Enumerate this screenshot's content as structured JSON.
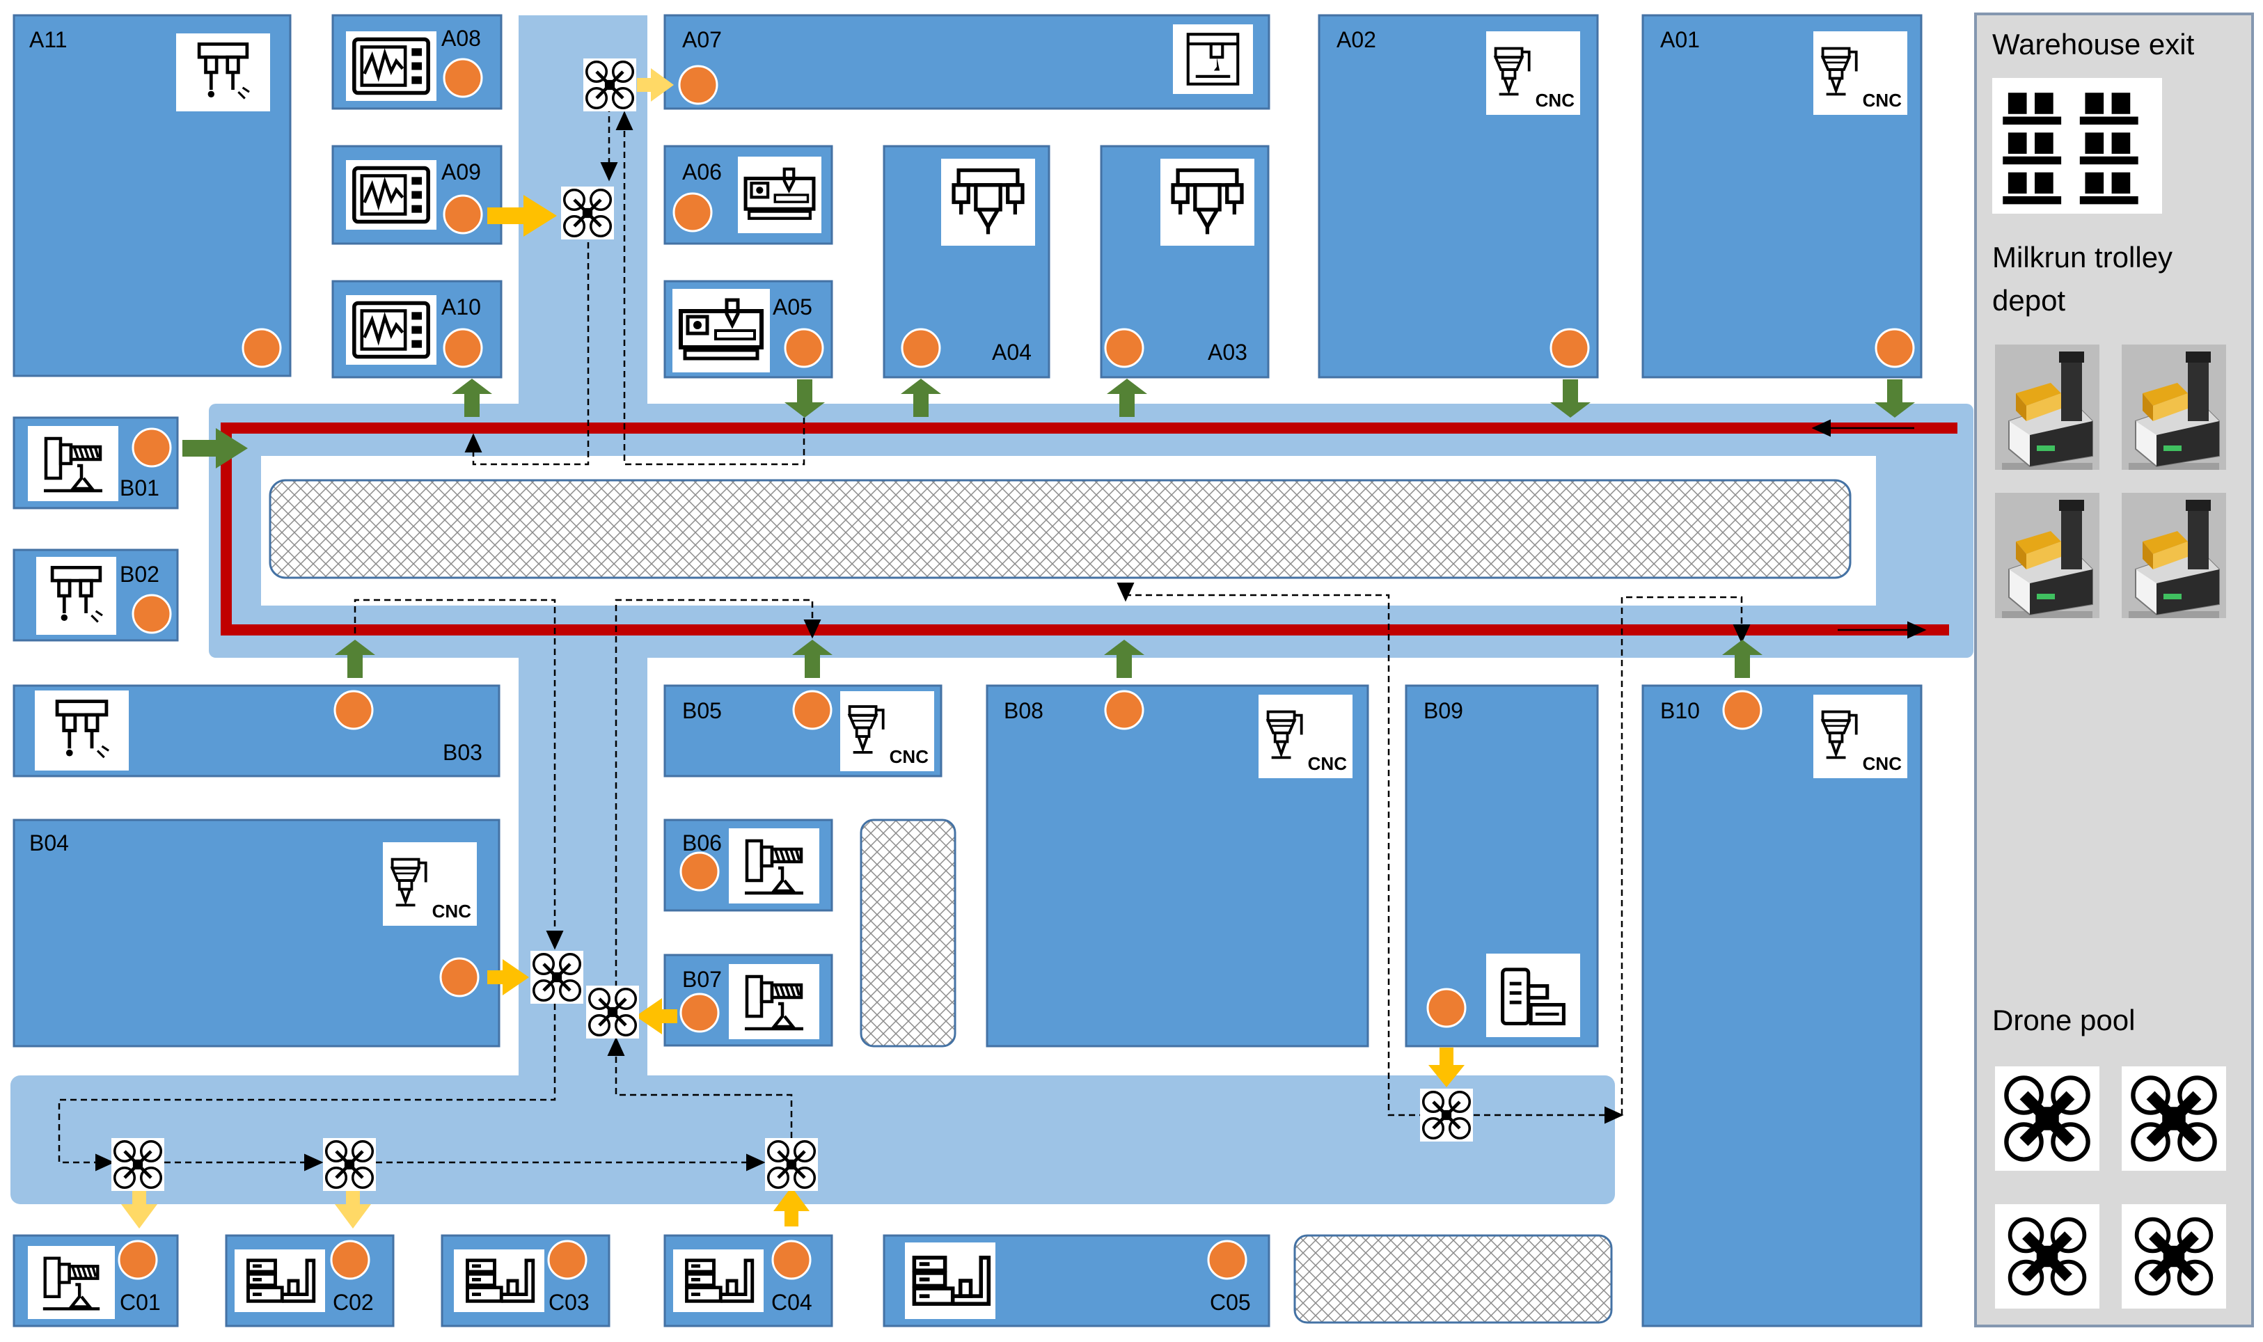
{
  "colors": {
    "station": "#5b9bd5",
    "station_stroke": "#4472a4",
    "aisle": "#9dc3e6",
    "main_route": "#c00000",
    "orange_marker": "#ed7d31",
    "green_arrow": "#548235",
    "yellow_arrow": "#ffc000",
    "side_panel": "#d9d9d9",
    "side_panel_stroke": "#8497b0"
  },
  "stations": [
    {
      "id": "A11",
      "label": "A11",
      "icon": "drill-press-icon"
    },
    {
      "id": "A08",
      "label": "A08",
      "icon": "control-panel-icon"
    },
    {
      "id": "A09",
      "label": "A09",
      "icon": "control-panel-icon"
    },
    {
      "id": "A10",
      "label": "A10",
      "icon": "control-panel-icon"
    },
    {
      "id": "A07",
      "label": "A07",
      "icon": "gantry-printer-icon"
    },
    {
      "id": "A06",
      "label": "A06",
      "icon": "cnc-machine-icon"
    },
    {
      "id": "A05",
      "label": "A05",
      "icon": "cnc-machine-icon"
    },
    {
      "id": "A04",
      "label": "A04",
      "icon": "multi-spindle-icon"
    },
    {
      "id": "A03",
      "label": "A03",
      "icon": "multi-spindle-icon"
    },
    {
      "id": "A02",
      "label": "A02",
      "icon": "cnc-spindle-icon"
    },
    {
      "id": "A01",
      "label": "A01",
      "icon": "cnc-spindle-icon"
    },
    {
      "id": "B01",
      "label": "B01",
      "icon": "lathe-icon"
    },
    {
      "id": "B02",
      "label": "B02",
      "icon": "drill-press-icon"
    },
    {
      "id": "B03",
      "label": "B03",
      "icon": "drill-press-icon"
    },
    {
      "id": "B04",
      "label": "B04",
      "icon": "cnc-spindle-icon"
    },
    {
      "id": "B05",
      "label": "B05",
      "icon": "cnc-spindle-icon"
    },
    {
      "id": "B06",
      "label": "B06",
      "icon": "lathe-icon"
    },
    {
      "id": "B07",
      "label": "B07",
      "icon": "lathe-icon"
    },
    {
      "id": "B08",
      "label": "B08",
      "icon": "cnc-spindle-icon"
    },
    {
      "id": "B09",
      "label": "B09",
      "icon": "tool-station-icon"
    },
    {
      "id": "B10",
      "label": "B10",
      "icon": "cnc-spindle-icon"
    },
    {
      "id": "C01",
      "label": "C01",
      "icon": "lathe-icon"
    },
    {
      "id": "C02",
      "label": "C02",
      "icon": "server-rack-icon"
    },
    {
      "id": "C03",
      "label": "C03",
      "icon": "server-rack-icon"
    },
    {
      "id": "C04",
      "label": "C04",
      "icon": "server-rack-icon"
    },
    {
      "id": "C05",
      "label": "C05",
      "icon": "server-rack-icon"
    }
  ],
  "cnc_text": "CNC",
  "side_panel": {
    "warehouse_exit": "Warehouse  exit",
    "milkrun_line1": "Milkrun trolley",
    "milkrun_line2": "depot",
    "drone_pool": "Drone  pool",
    "warehouse_icon": "pallet-stack-icon",
    "trolley_icon": "agv-trolley-icon",
    "drone_icon": "quadcopter-icon"
  }
}
